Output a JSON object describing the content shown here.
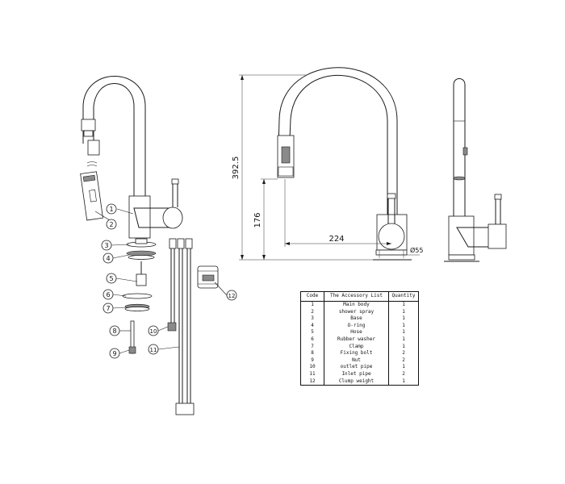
{
  "dimensions": {
    "total_height": "392.5",
    "spout_height": "176",
    "reach": "224",
    "base_diameter": "Ø55"
  },
  "callouts": [
    "1",
    "2",
    "3",
    "4",
    "5",
    "6",
    "7",
    "8",
    "9",
    "10",
    "11",
    "12"
  ],
  "table": {
    "headers": [
      "Code",
      "The Accessory List",
      "Quantity"
    ],
    "rows": [
      {
        "code": "1",
        "name": "Main body",
        "qty": "1"
      },
      {
        "code": "2",
        "name": "shower spray",
        "qty": "1"
      },
      {
        "code": "3",
        "name": "Base",
        "qty": "1"
      },
      {
        "code": "4",
        "name": "O-ring",
        "qty": "1"
      },
      {
        "code": "5",
        "name": "Hose",
        "qty": "1"
      },
      {
        "code": "6",
        "name": "Rubber washer",
        "qty": "1"
      },
      {
        "code": "7",
        "name": "Clamp",
        "qty": "1"
      },
      {
        "code": "8",
        "name": "Fixing bolt",
        "qty": "2"
      },
      {
        "code": "9",
        "name": "Nut",
        "qty": "2"
      },
      {
        "code": "10",
        "name": "outlet pipe",
        "qty": "1"
      },
      {
        "code": "11",
        "name": "Inlet pipe",
        "qty": "2"
      },
      {
        "code": "12",
        "name": "Clump weight",
        "qty": "1"
      }
    ]
  }
}
